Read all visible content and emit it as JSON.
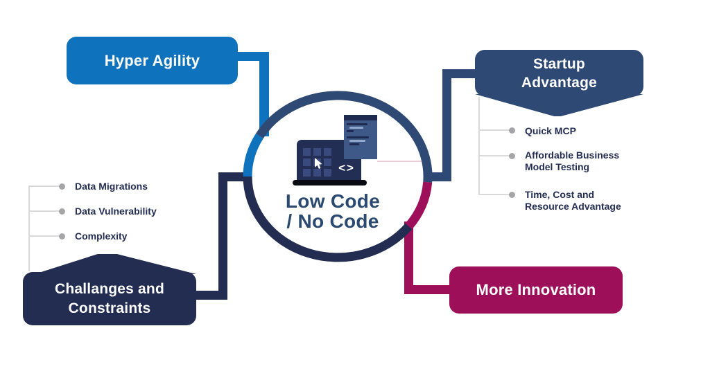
{
  "diagram": {
    "center": {
      "line1": "Low Code",
      "line2": "/ No Code",
      "code_glyph": "<>"
    },
    "nodes": {
      "hyper_agility": {
        "label": "Hyper Agility"
      },
      "startup_advantage": {
        "line1": "Startup",
        "line2": "Advantage",
        "bullets": [
          {
            "lines": [
              "Quick MCP"
            ]
          },
          {
            "lines": [
              "Affordable Business",
              "Model Testing"
            ]
          },
          {
            "lines": [
              "Time, Cost and",
              "Resource Advantage"
            ]
          }
        ]
      },
      "challenges": {
        "line1": "Challanges and",
        "line2": "Constraints",
        "bullets": [
          {
            "lines": [
              "Data Migrations"
            ]
          },
          {
            "lines": [
              "Data Vulnerability"
            ]
          },
          {
            "lines": [
              "Complexity"
            ]
          }
        ]
      },
      "more_innovation": {
        "label": "More Innovation"
      }
    }
  },
  "colors": {
    "blue": "#0F72BC",
    "navy": "#2E4A74",
    "darknavy": "#232D52",
    "magenta": "#9D1059",
    "center-text": "#2A4971",
    "bullet-text": "#232D52",
    "line-gray": "#D9D9D9",
    "dot-gray": "#A5A5A7",
    "screen": "#232E55",
    "window": "#3E5887",
    "code-dark": "#1F2A50",
    "code-light": "#8FA8CC",
    "tile": "#3A4A7E",
    "base-black": "#0A0A12",
    "pink": "#F2CEDC"
  }
}
